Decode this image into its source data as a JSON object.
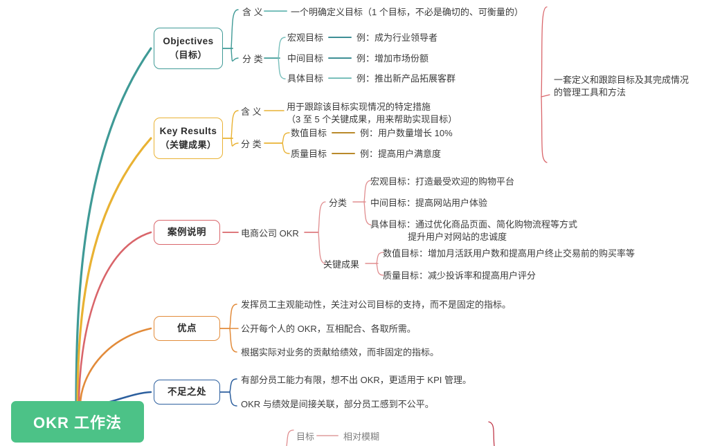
{
  "root": {
    "label": "OKR 工作法",
    "color": "#4cc287"
  },
  "branches": [
    {
      "id": "objectives",
      "color": "#3f9a96",
      "node": {
        "line1": "Objectives",
        "line2": "（目标）"
      },
      "children": [
        {
          "label": "含 义",
          "leaves": [
            "一个明确定义目标（1 个目标，不必是确切的、可衡量的）"
          ]
        },
        {
          "label": "分 类",
          "subs": [
            {
              "label": "宏观目标",
              "leaf": "例：成为行业领导者"
            },
            {
              "label": "中间目标",
              "leaf": "例：增加市场份额"
            },
            {
              "label": "具体目标",
              "leaf": "例：推出新产品拓展客群"
            }
          ]
        }
      ]
    },
    {
      "id": "key-results",
      "color": "#e9b233",
      "node": {
        "line1": "Key Results",
        "line2": "（关键成果）"
      },
      "children": [
        {
          "label": "含 义",
          "leaves": [
            "用于跟踪该目标实现情况的特定措施",
            "（3 至 5 个关键成果，用来帮助实现目标）"
          ]
        },
        {
          "label": "分 类",
          "subs": [
            {
              "label": "数值目标",
              "leaf": "例：用户数量增长 10%"
            },
            {
              "label": "质量目标",
              "leaf": "例：提高用户满意度"
            }
          ]
        }
      ]
    },
    {
      "id": "case-study",
      "color": "#d9656a",
      "node": {
        "line1": "案例说明",
        "line2": ""
      },
      "children": [
        {
          "label": "电商公司 OKR",
          "groups": [
            {
              "label": "分类",
              "items": [
                "宏观目标：打造最受欢迎的购物平台",
                "中间目标：提高网站用户体验",
                "具体目标：通过优化商品页面、简化购物流程等方式\n               提升用户对网站的忠诚度"
              ]
            },
            {
              "label": "关键成果",
              "items": [
                "数值目标：增加月活跃用户数和提高用户终止交易前的购买率等",
                "质量目标：减少投诉率和提高用户评分"
              ]
            }
          ]
        }
      ]
    },
    {
      "id": "advantages",
      "color": "#e28b3a",
      "node": {
        "line1": "优点",
        "line2": ""
      },
      "children": [
        {
          "label": "发挥员工主观能动性，关注对公司目标的支持，而不是固定的指标。"
        },
        {
          "label": "公开每个人的 OKR，互相配合、各取所需。"
        },
        {
          "label": "根据实际对业务的贡献给绩效，而非固定的指标。"
        }
      ]
    },
    {
      "id": "shortcomings",
      "color": "#2c5f9e",
      "node": {
        "line1": "不足之处",
        "line2": ""
      },
      "children": [
        {
          "label": "有部分员工能力有限，想不出 OKR，更适用于 KPI 管理。"
        },
        {
          "label": "OKR 与绩效是间接关联，部分员工感到不公平。"
        }
      ]
    }
  ],
  "summary": {
    "text_line1": "一套定义和跟踪目标及其完成情况",
    "text_line2": "的管理工具和方法",
    "bracket_color": "#d9656a"
  },
  "bottom_partial": {
    "label": "目标",
    "leaf": "相对模糊",
    "color": "#d9656a"
  }
}
